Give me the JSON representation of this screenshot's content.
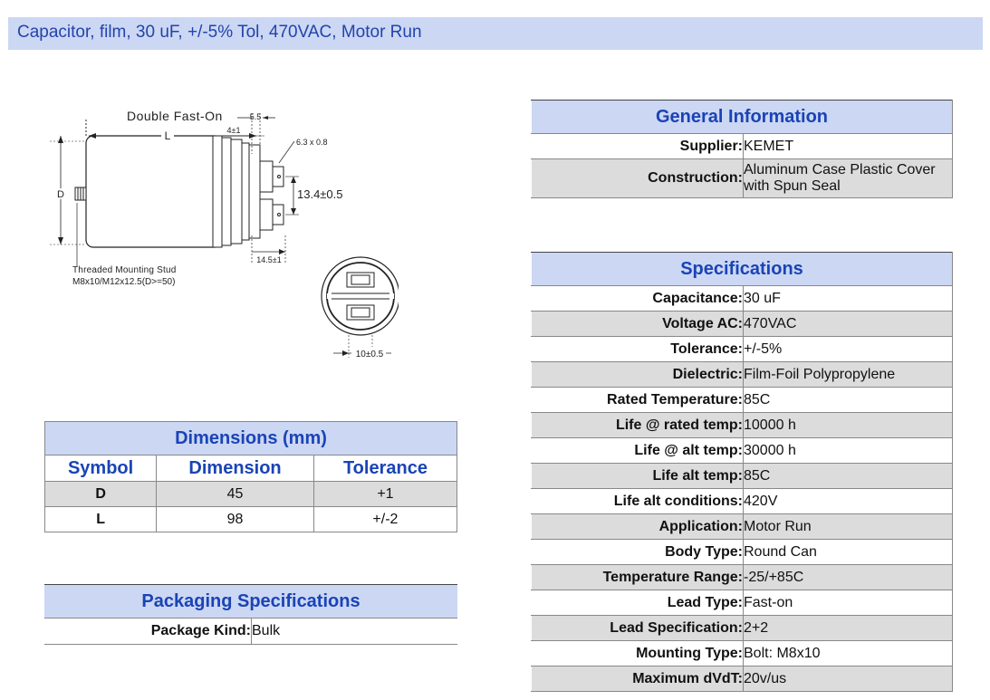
{
  "title": "Capacitor, film, 30 uF, +/-5% Tol, 470VAC, Motor Run",
  "diagram": {
    "double_fast_on": "Double Fast-On",
    "l": "L",
    "d": "D",
    "dim_5_5": "5.5",
    "dim_4": "4±1",
    "dim_6_3": "6.3 x 0.8",
    "dim_13_4": "13.4±0.5",
    "dim_14_5": "14.5±1",
    "stud_line1": "Threaded Mounting Stud",
    "stud_line2": "M8x10/M12x12.5(D>=50)",
    "dim_10": "10±0.5"
  },
  "general": {
    "header": "General Information",
    "rows": [
      {
        "label": "Supplier:",
        "value": "KEMET"
      },
      {
        "label": "Construction:",
        "value": "Aluminum Case Plastic Cover with Spun Seal"
      }
    ]
  },
  "specs": {
    "header": "Specifications",
    "rows": [
      {
        "label": "Capacitance:",
        "value": "30 uF"
      },
      {
        "label": "Voltage AC:",
        "value": "470VAC"
      },
      {
        "label": "Tolerance:",
        "value": "+/-5%"
      },
      {
        "label": "Dielectric:",
        "value": "Film-Foil Polypropylene"
      },
      {
        "label": "Rated Temperature:",
        "value": "85C"
      },
      {
        "label": "Life @ rated temp:",
        "value": "10000 h"
      },
      {
        "label": "Life @ alt temp:",
        "value": "30000 h"
      },
      {
        "label": "Life alt temp:",
        "value": "85C"
      },
      {
        "label": "Life alt conditions:",
        "value": "420V"
      },
      {
        "label": "Application:",
        "value": "Motor Run"
      },
      {
        "label": "Body Type:",
        "value": "Round Can"
      },
      {
        "label": "Temperature Range:",
        "value": "-25/+85C"
      },
      {
        "label": "Lead Type:",
        "value": "Fast-on"
      },
      {
        "label": "Lead Specification:",
        "value": "2+2"
      },
      {
        "label": "Mounting Type:",
        "value": "Bolt: M8x10"
      },
      {
        "label": "Maximum dVdT:",
        "value": "20v/us"
      }
    ]
  },
  "dimensions": {
    "header": "Dimensions (mm)",
    "columns": [
      "Symbol",
      "Dimension",
      "Tolerance"
    ],
    "rows": [
      {
        "symbol": "D",
        "dimension": "45",
        "tolerance": "+1"
      },
      {
        "symbol": "L",
        "dimension": "98",
        "tolerance": "+/-2"
      }
    ]
  },
  "packaging": {
    "header": "Packaging Specifications",
    "rows": [
      {
        "label": "Package Kind:",
        "value": "Bulk"
      }
    ]
  }
}
